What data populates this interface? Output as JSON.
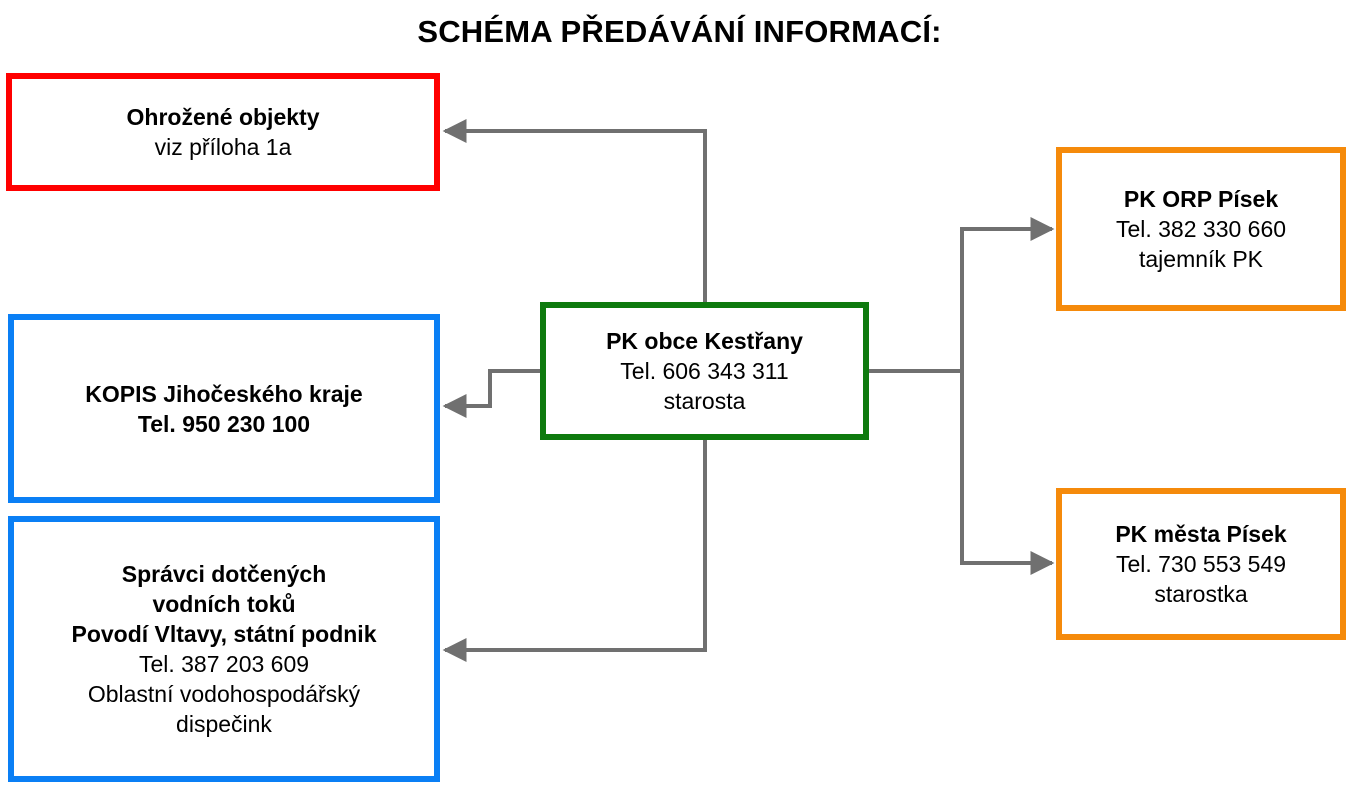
{
  "title": "SCHÉMA PŘEDÁVÁNÍ INFORMACÍ:",
  "colors": {
    "red": "#ff0000",
    "blue": "#0a7ff5",
    "green": "#0e7a0e",
    "orange": "#f58a0b",
    "connector": "#707070"
  },
  "nodes": {
    "ohrozene": {
      "line1": "Ohrožené objekty",
      "line2": "viz příloha 1a"
    },
    "kopis": {
      "line1": "KOPIS Jihočeského kraje",
      "line2": "Tel. 950 230 100"
    },
    "spravci": {
      "line1": "Správci dotčených",
      "line2": "vodních toků",
      "line3": "Povodí Vltavy, státní podnik",
      "line4": "Tel. 387 203 609",
      "line5": "Oblastní vodohospodářský",
      "line6": "dispečink"
    },
    "center": {
      "line1": "PK obce Kestřany",
      "line2": "Tel. 606 343 311",
      "line3": "starosta"
    },
    "orp": {
      "line1": "PK ORP Písek",
      "line2": "Tel. 382 330 660",
      "line3": "tajemník PK"
    },
    "mesto": {
      "line1": "PK města Písek",
      "line2": "Tel. 730 553 549",
      "line3": "starostka"
    }
  }
}
